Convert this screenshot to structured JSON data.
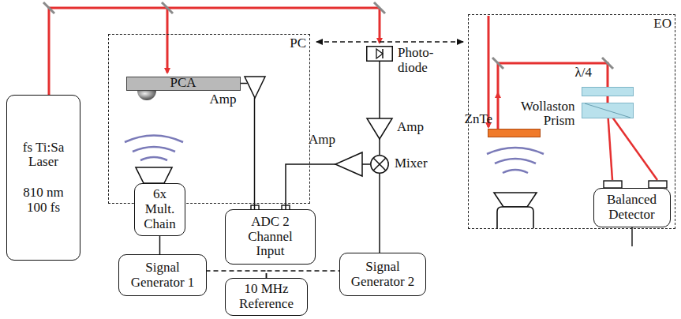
{
  "diagram": {
    "nodes": [
      {
        "text": [
          "fs Ti:Sa Laser",
          "810 nm 100 fs"
        ]
      },
      {
        "text": [
          "PC"
        ]
      },
      {
        "text": [
          "PCA"
        ],
        "in": 1
      },
      {
        "text": [
          "Amp"
        ],
        "in": 1
      },
      {
        "text": [
          "Photo- diode"
        ]
      },
      {
        "text": [
          "Amp"
        ]
      },
      {
        "text": [
          "Mixer"
        ]
      },
      {
        "text": [
          "Amp"
        ]
      },
      {
        "text": [
          "EO"
        ]
      },
      {
        "text": [
          "ZnTe"
        ],
        "in": 8
      },
      {
        "text": [
          "λ/4"
        ],
        "in": 8
      },
      {
        "text": [
          "Wollaston Prism"
        ],
        "in": 8
      },
      {
        "text": [
          "Balanced Detector"
        ],
        "in": 8
      },
      {
        "text": [
          "6x Mult. Chain"
        ]
      },
      {
        "text": [
          "ADC 2 Channel Input"
        ]
      },
      {
        "text": [
          "Signal Generator 1"
        ]
      },
      {
        "text": [
          "10 MHz Reference"
        ]
      },
      {
        "text": [
          "Signal Generator 2"
        ]
      }
    ],
    "edges": [
      {
        "from": 2,
        "to": 3,
        "arrow": "none"
      },
      {
        "from": 3,
        "to": 14,
        "arrow": "none"
      },
      {
        "from": 4,
        "to": 5,
        "arrow": "none"
      },
      {
        "from": 5,
        "to": 6,
        "arrow": "none"
      },
      {
        "from": 6,
        "to": 7,
        "arrow": "none"
      },
      {
        "from": 7,
        "to": 14,
        "arrow": "none"
      },
      {
        "from": 17,
        "to": 6,
        "arrow": "none"
      },
      {
        "from": 15,
        "to": 13,
        "arrow": "none"
      },
      {
        "from": 16,
        "to": 15,
        "arrow": "none"
      },
      {
        "from": 16,
        "to": 17,
        "arrow": "none"
      },
      {
        "from": 1,
        "to": 8,
        "arrow": "both"
      }
    ]
  }
}
